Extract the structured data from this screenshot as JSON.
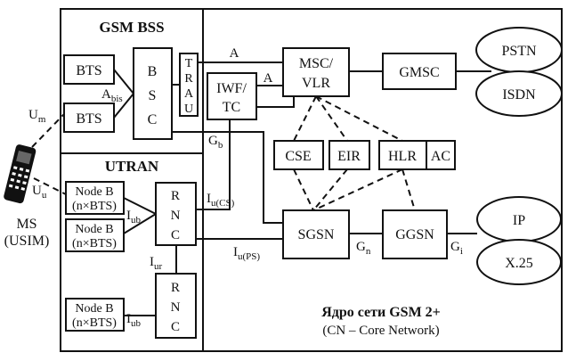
{
  "sections": {
    "gsm_bss": "GSM BSS",
    "utran": "UTRAN",
    "core_title": "Ядро сети GSM 2+",
    "core_subtitle": "(CN – Core Network)"
  },
  "nodes": {
    "bts": "BTS",
    "bsc": [
      "B",
      "S",
      "C"
    ],
    "trau": [
      "T",
      "R",
      "A",
      "U"
    ],
    "iwf_tc": [
      "IWF/",
      "TC"
    ],
    "msc_vlr": [
      "MSC/",
      "VLR"
    ],
    "gmsc": "GMSC",
    "pstn": "PSTN",
    "isdn": "ISDN",
    "cse": "CSE",
    "eir": "EIR",
    "hlr": "HLR",
    "ac": "AC",
    "node_b": [
      "Node B",
      "(n×BTS)"
    ],
    "rnc": [
      "R",
      "N",
      "C"
    ],
    "sgsn": "SGSN",
    "ggsn": "GGSN",
    "ip": "IP",
    "x25": "X.25",
    "ms": [
      "MS",
      "(USIM)"
    ]
  },
  "interfaces": {
    "a": "A",
    "abis": {
      "main": "A",
      "sub": "bis"
    },
    "gb": {
      "main": "G",
      "sub": "b"
    },
    "um": {
      "main": "U",
      "sub": "m"
    },
    "uu": {
      "main": "U",
      "sub": "u"
    },
    "iub": {
      "main": "I",
      "sub": "ub"
    },
    "iur": {
      "main": "I",
      "sub": "ur"
    },
    "iu_cs": {
      "main": "I",
      "sub": "u(CS)"
    },
    "iu_ps": {
      "main": "I",
      "sub": "u(PS)"
    },
    "gn": {
      "main": "G",
      "sub": "n"
    },
    "gi": {
      "main": "G",
      "sub": "i"
    }
  }
}
